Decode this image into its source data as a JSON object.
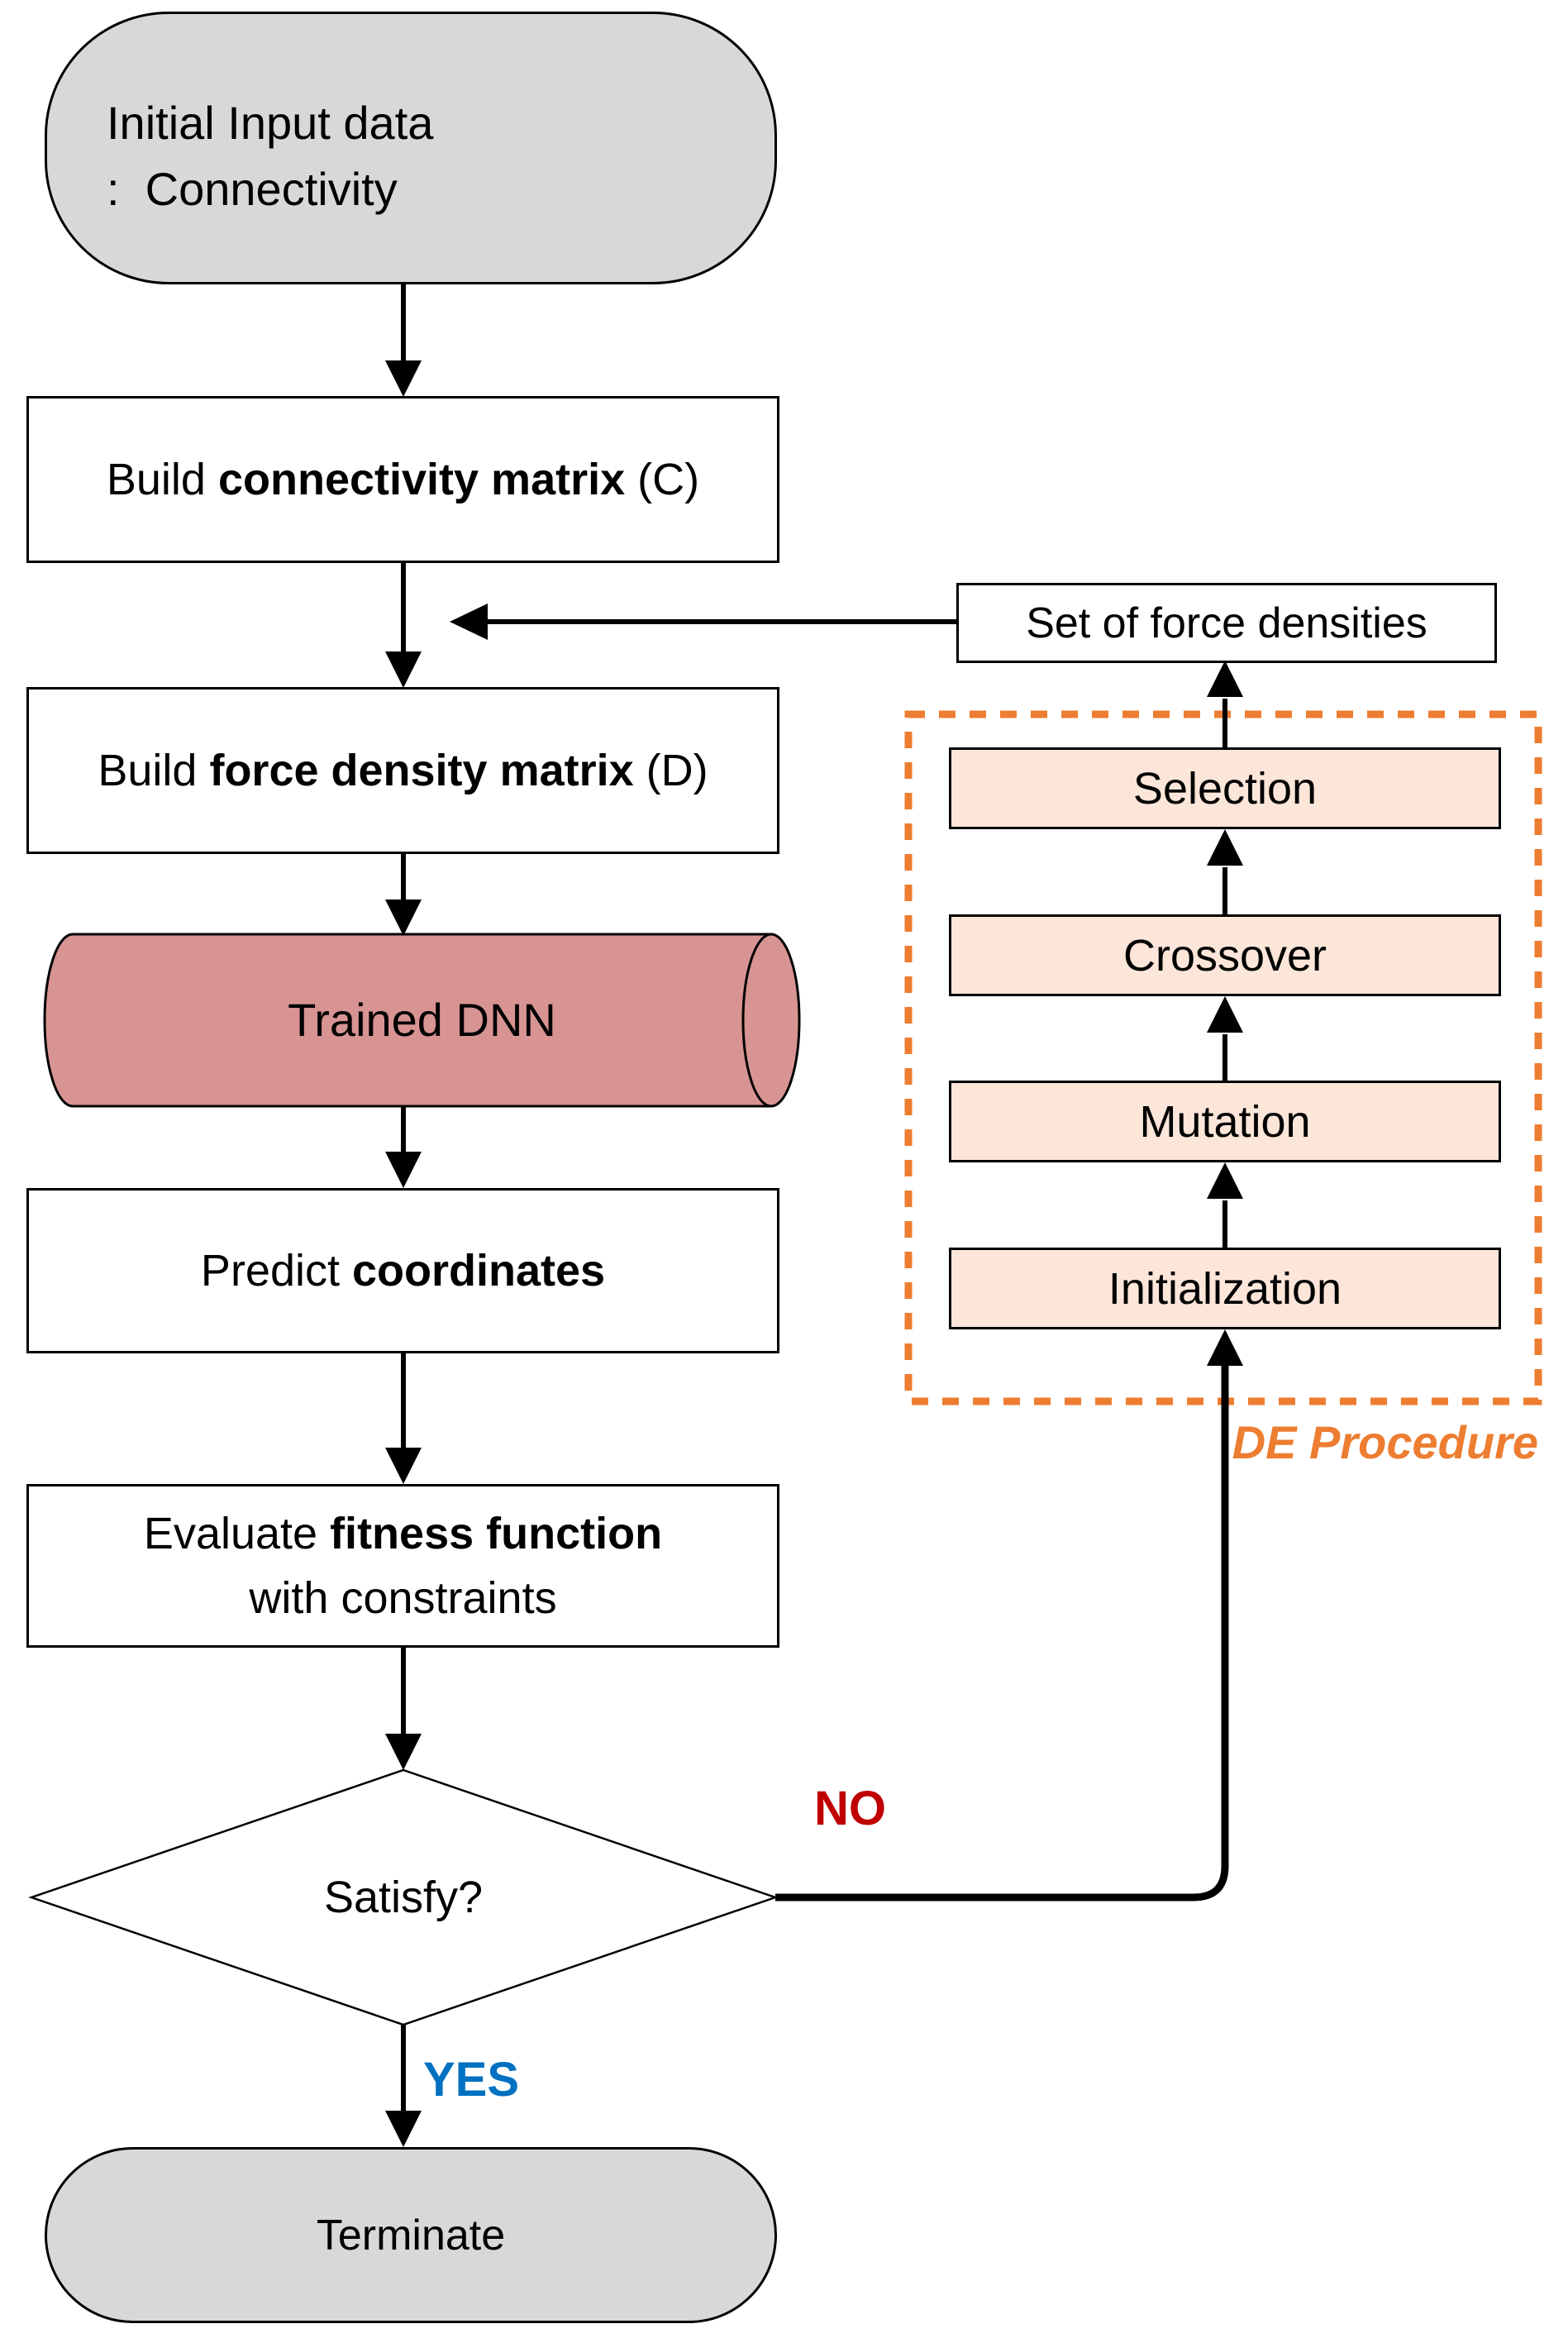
{
  "colors": {
    "gray": "#d8d8d8",
    "salmon": "#d79492",
    "peach": "#fbe6d9",
    "orange": "#ed7d31",
    "red": "#c00000",
    "blue": "#0070c0"
  },
  "flowchart": {
    "start": {
      "line1": "Initial Input data",
      "line2": ":  Connectivity"
    },
    "build_connectivity": {
      "pre": "Build ",
      "bold": "connectivity matrix",
      "post": " (C)"
    },
    "set_of_force_densities": {
      "label": "Set of force densities"
    },
    "build_force_density": {
      "pre": "Build ",
      "bold": "force density matrix",
      "post": " (D)"
    },
    "trained_dnn": {
      "label": "Trained DNN"
    },
    "predict_coordinates": {
      "pre": "Predict ",
      "bold": "coordinates"
    },
    "evaluate_fitness": {
      "pre": "Evaluate ",
      "bold": "fitness function",
      "line2": "with constraints"
    },
    "decision": {
      "label": "Satisfy?"
    },
    "terminate": {
      "label": "Terminate"
    },
    "de_procedure": {
      "caption": "DE Procedure",
      "steps": {
        "selection": "Selection",
        "crossover": "Crossover",
        "mutation": "Mutation",
        "initialization": "Initialization"
      }
    },
    "branch_labels": {
      "no": "NO",
      "yes": "YES"
    }
  }
}
